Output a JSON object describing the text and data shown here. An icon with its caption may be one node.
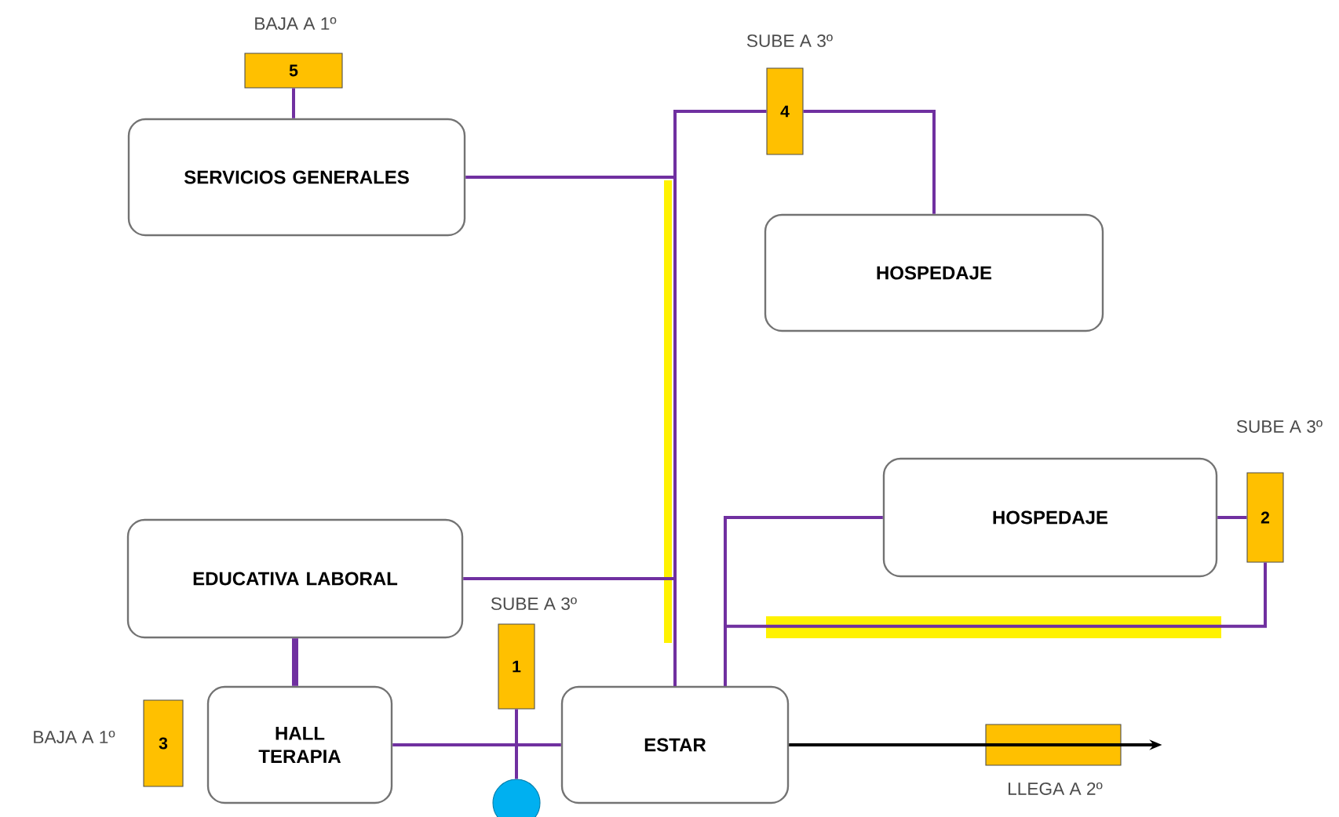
{
  "diagram": {
    "nodes": [
      {
        "text": [
          "5"
        ],
        "beside": [
          "BAJA A 1º"
        ]
      },
      {
        "text": [
          "SERVICIOS GENERALES"
        ]
      },
      {
        "text": [
          "4"
        ],
        "beside": [
          "SUBE A 3º"
        ]
      },
      {
        "text": [
          "HOSPEDAJE"
        ]
      },
      {
        "text": [
          "HOSPEDAJE"
        ]
      },
      {
        "text": [
          "2"
        ],
        "beside": [
          "SUBE A 3º"
        ]
      },
      {
        "text": [
          "EDUCATIVA LABORAL"
        ]
      },
      {
        "text": [
          "1"
        ],
        "beside": [
          "SUBE A 3º"
        ]
      },
      {
        "text": [
          "3"
        ],
        "beside": [
          "BAJA A 1º"
        ]
      },
      {
        "text": [
          "HALL TERAPIA"
        ]
      },
      {
        "text": [
          "ESTAR"
        ]
      },
      {
        "text": [],
        "shape": "circle"
      },
      {
        "text": [],
        "shape": "box",
        "beside": [
          "LLEGA A 2º"
        ]
      }
    ],
    "edges": [
      {
        "from": 0,
        "to": 1,
        "arrow": "none"
      },
      {
        "from": 1,
        "to": 10,
        "arrow": "none"
      },
      {
        "from": 2,
        "to": 10,
        "arrow": "none"
      },
      {
        "from": 6,
        "to": 10,
        "arrow": "none"
      },
      {
        "from": 2,
        "to": 3,
        "arrow": "none"
      },
      {
        "from": 4,
        "to": 10,
        "arrow": "none"
      },
      {
        "from": 5,
        "to": 10,
        "arrow": "none"
      },
      {
        "from": 4,
        "to": 5,
        "arrow": "none"
      },
      {
        "from": 6,
        "to": 9,
        "arrow": "none",
        "style": "thick"
      },
      {
        "from": 9,
        "to": 10,
        "arrow": "none"
      },
      {
        "from": 7,
        "to": 11,
        "arrow": "none"
      },
      {
        "from": 10,
        "to": 12,
        "arrow": "to",
        "color": "#000000"
      }
    ]
  }
}
